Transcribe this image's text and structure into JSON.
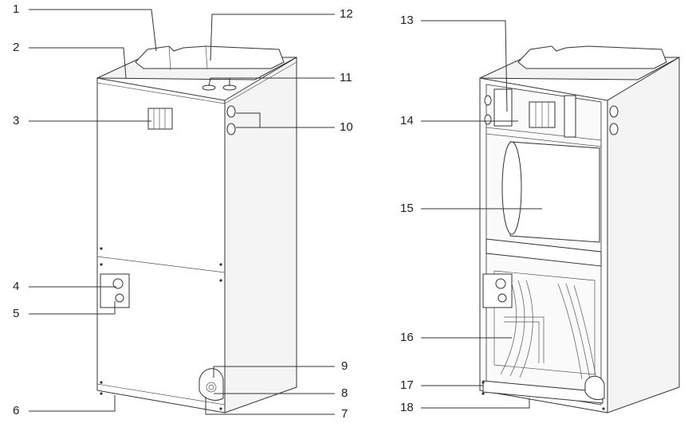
{
  "figure": {
    "left_unit": {
      "callouts": [
        "1",
        "2",
        "3",
        "4",
        "5",
        "6",
        "7",
        "8",
        "9",
        "10",
        "11",
        "12"
      ]
    },
    "right_unit": {
      "callouts": [
        "13",
        "14",
        "15",
        "16",
        "17",
        "18"
      ]
    }
  },
  "labels": {
    "l1": "1",
    "l2": "2",
    "l3": "3",
    "l4": "4",
    "l5": "5",
    "l6": "6",
    "l7": "7",
    "l8": "8",
    "l9": "9",
    "l10": "10",
    "l11": "11",
    "l12": "12",
    "l13": "13",
    "l14": "14",
    "l15": "15",
    "l16": "16",
    "l17": "17",
    "l18": "18"
  }
}
